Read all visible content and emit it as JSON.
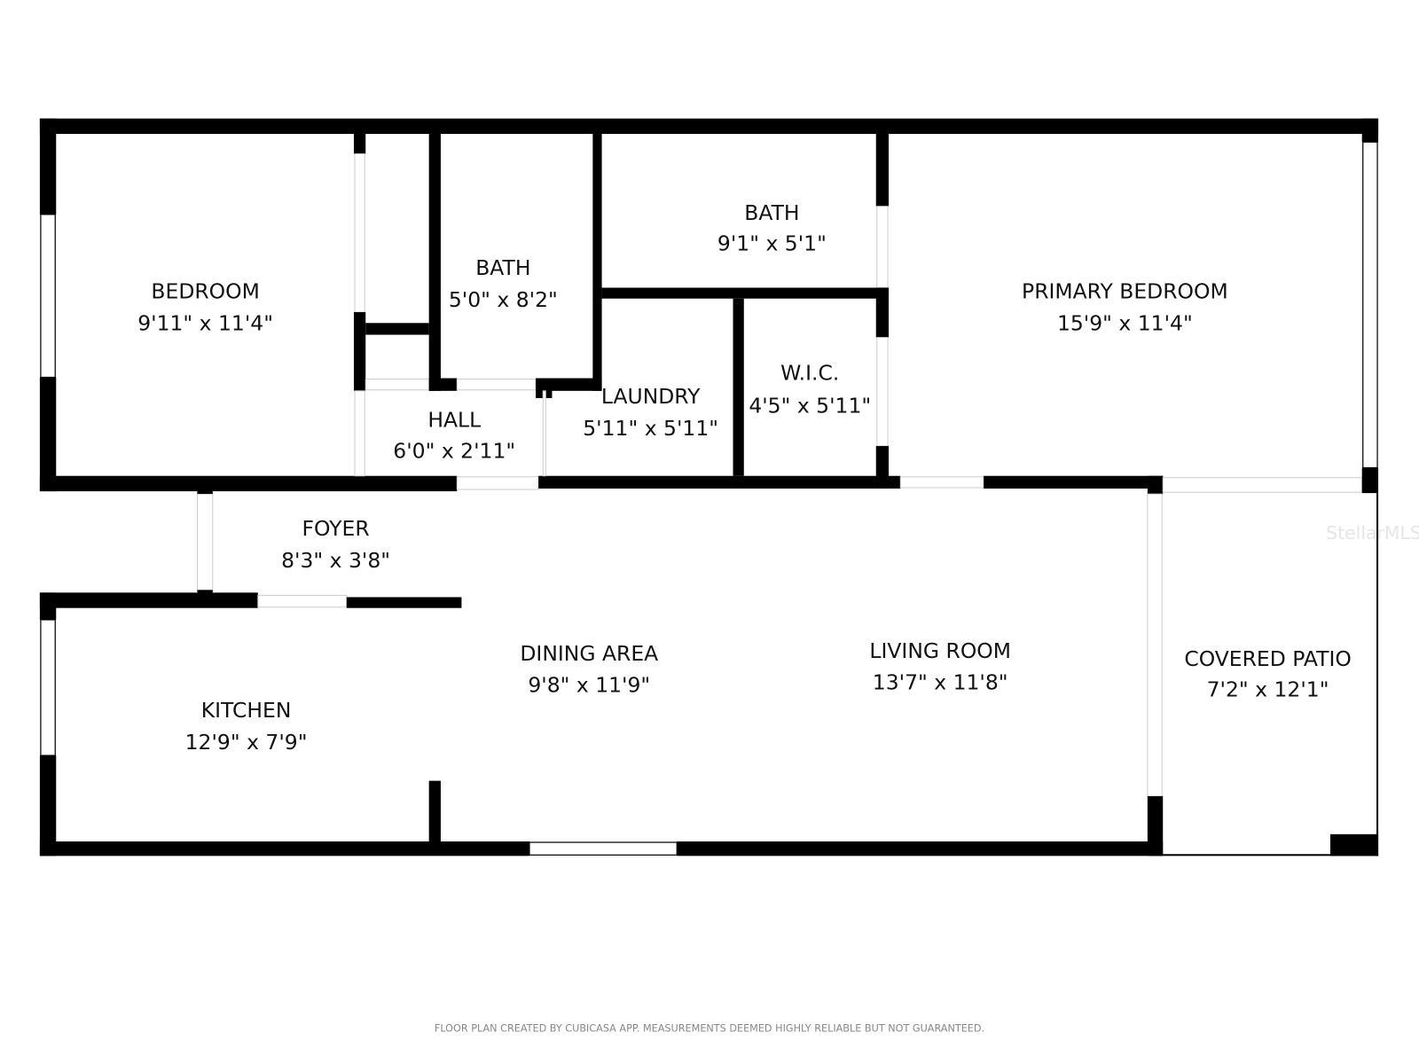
{
  "rooms": [
    {
      "name": "BEDROOM",
      "dims": "9'11\" x 11'4\""
    },
    {
      "name": "BATH",
      "dims": "5'0\" x 8'2\""
    },
    {
      "name": "BATH",
      "dims": "9'1\" x 5'1\""
    },
    {
      "name": "PRIMARY BEDROOM",
      "dims": "15'9\" x 11'4\""
    },
    {
      "name": "HALL",
      "dims": "6'0\" x 2'11\""
    },
    {
      "name": "LAUNDRY",
      "dims": "5'11\" x 5'11\""
    },
    {
      "name": "W.I.C.",
      "dims": "4'5\" x 5'11\""
    },
    {
      "name": "FOYER",
      "dims": "8'3\" x 3'8\""
    },
    {
      "name": "DINING AREA",
      "dims": "9'8\" x 11'9\""
    },
    {
      "name": "LIVING ROOM",
      "dims": "13'7\" x 11'8\""
    },
    {
      "name": "KITCHEN",
      "dims": "12'9\" x 7'9\""
    },
    {
      "name": "COVERED PATIO",
      "dims": "7'2\" x 12'1\""
    }
  ],
  "watermark": "StellarMLS",
  "footer": "FLOOR PLAN CREATED BY CUBICASA APP. MEASUREMENTS DEEMED HIGHLY RELIABLE BUT NOT GUARANTEED.",
  "colors": {
    "wall": "#000000",
    "background": "#ffffff"
  }
}
